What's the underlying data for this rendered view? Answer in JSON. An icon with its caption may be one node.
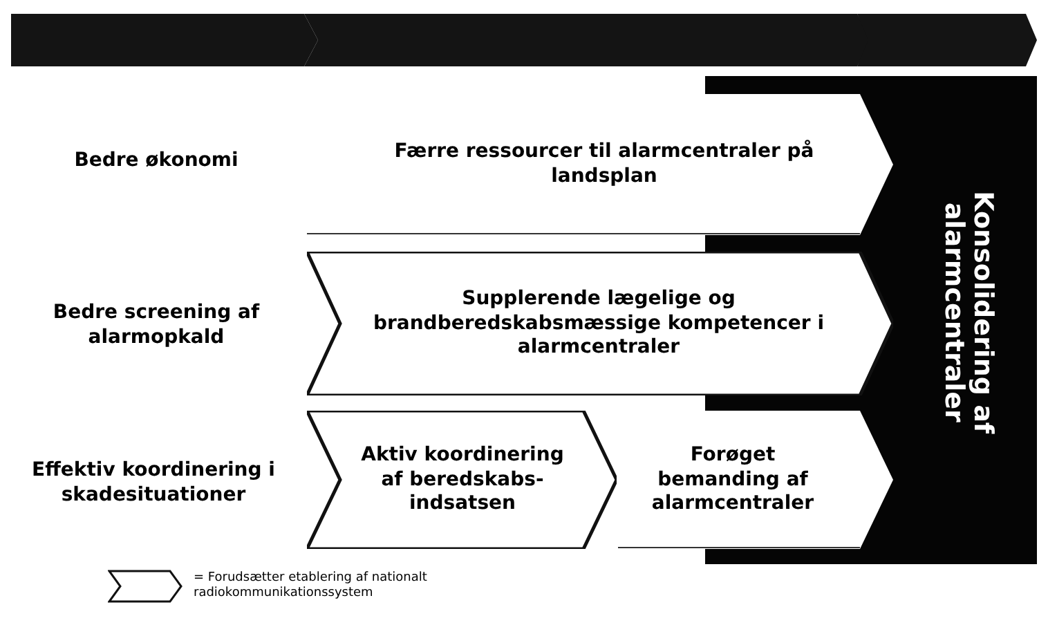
{
  "diagram": {
    "nodes": [
      {
        "text": [],
        "shape": "chevron"
      },
      {
        "text": [],
        "shape": "chevron"
      },
      {
        "text": [],
        "shape": "chevron"
      },
      {
        "text": [
          "Konsolidering af alarmcentraler"
        ]
      },
      {
        "text": [
          "Færre ressourcer til alarmcentraler på landsplan"
        ]
      },
      {
        "text": [
          "Supplerende lægelige og brandberedskabsmæssige kompetencer i alarmcentraler"
        ]
      },
      {
        "text": [
          "Aktiv koordinering af beredskabs-indsatsen"
        ]
      },
      {
        "text": [
          "Forøget bemanding af alarmcentraler"
        ]
      }
    ],
    "edges": [],
    "labels": [
      "Bedre økonomi",
      "Bedre screening af alarmopkald",
      "Effektiv koordinering i skadesituationer"
    ],
    "legend": [
      {
        "text": "= Forudsætter etablering af nationalt radiokommunikationssystem"
      }
    ]
  }
}
